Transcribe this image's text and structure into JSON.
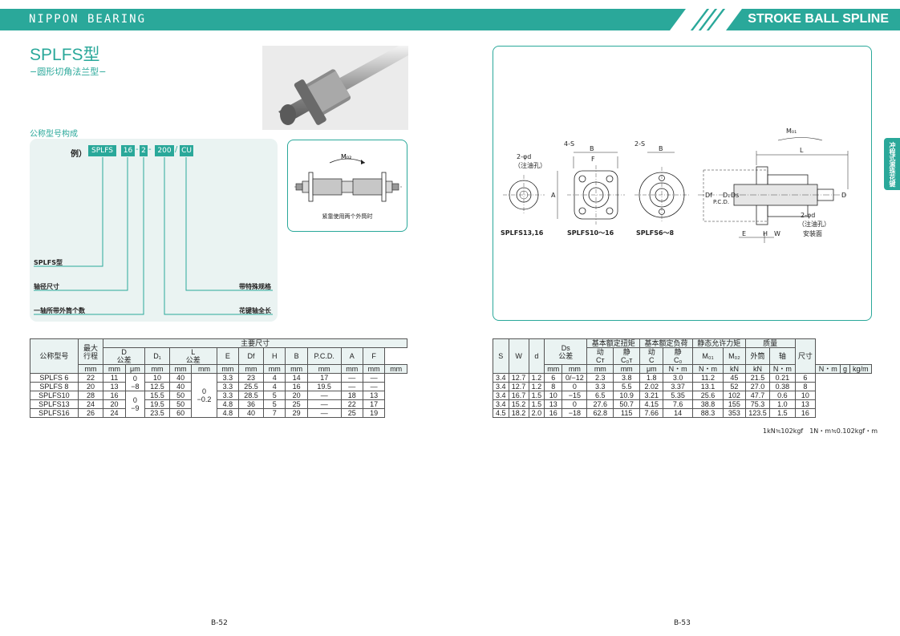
{
  "header": {
    "brand": "NIPPON BEARING",
    "product_line": "STROKE BALL SPLINE"
  },
  "title": "SPLFS型",
  "subtitle": "−圆形切角法兰型−",
  "part_number": {
    "section_label": "公称型号构成",
    "example_label": "例）",
    "segments": [
      "SPLFS",
      "16",
      "2",
      "200",
      "CU"
    ],
    "separators": [
      "-",
      "-",
      "/"
    ],
    "callouts": [
      "SPLFS型",
      "轴径尺寸",
      "一轴所带外筒个数",
      "带特殊规格",
      "花键轴全长"
    ]
  },
  "moment_diagram": {
    "label": "M₀₂",
    "caption": "紧靠使用两个外筒时"
  },
  "drawing": {
    "model_labels": [
      "SPLFS13,16",
      "SPLFS10～16",
      "SPLFS6～8"
    ],
    "dims": [
      "2-φd",
      "（注油孔）",
      "4-S",
      "2-S",
      "B",
      "F",
      "A",
      "Df",
      "P.C.D.",
      "D₁",
      "Ds",
      "L",
      "E",
      "H",
      "W",
      "D",
      "M₀₁",
      "2-φd",
      "（注油孔）",
      "安装面"
    ]
  },
  "side_tab": "冲程式滚珠花键",
  "left_table": {
    "head": {
      "model": "公称型号",
      "stroke": "最大\n行程",
      "main_dims": "主要尺寸",
      "tol": "公差",
      "cols": [
        "D",
        "D₁",
        "L",
        "E",
        "Df",
        "H",
        "B",
        "P.C.D.",
        "A",
        "F"
      ],
      "units": [
        "mm",
        "mm",
        "μm",
        "mm",
        "mm",
        "mm",
        "mm",
        "mm",
        "mm",
        "mm",
        "mm",
        "mm",
        "mm",
        "mm"
      ]
    },
    "rows": [
      [
        "SPLFS 6",
        "22",
        "11",
        "10",
        "40",
        "3.3",
        "23",
        "4",
        "14",
        "17",
        "—",
        "—"
      ],
      [
        "SPLFS 8",
        "20",
        "13",
        "12.5",
        "40",
        "3.3",
        "25.5",
        "4",
        "16",
        "19.5",
        "—",
        "—"
      ],
      [
        "SPLFS10",
        "28",
        "16",
        "15.5",
        "50",
        "3.3",
        "28.5",
        "5",
        "20",
        "—",
        "18",
        "13"
      ],
      [
        "SPLFS13",
        "24",
        "20",
        "19.5",
        "50",
        "4.8",
        "36",
        "5",
        "25",
        "—",
        "22",
        "17"
      ],
      [
        "SPLFS16",
        "26",
        "24",
        "23.5",
        "60",
        "4.8",
        "40",
        "7",
        "29",
        "—",
        "25",
        "19"
      ]
    ],
    "d_tol": [
      "0\n−8",
      "0\n−9"
    ],
    "l_tol": "0\n−0.2"
  },
  "right_table": {
    "head": {
      "cols": [
        "S",
        "W",
        "d",
        "Ds"
      ],
      "tol": "公差",
      "torque": "基本额定扭矩",
      "load": "基本额定负荷",
      "moment": "静态允许力矩",
      "mass": "质量",
      "size": "尺寸",
      "dyn": "动",
      "sta": "静",
      "ct": "Cᴛ",
      "cot": "C₀ᴛ",
      "c": "C",
      "co": "C₀",
      "mo1": "M₀₁",
      "mo2": "M₀₂",
      "outer": "外筒",
      "shaft": "轴",
      "units": [
        "mm",
        "mm",
        "mm",
        "mm",
        "μm",
        "N・m",
        "N・m",
        "kN",
        "kN",
        "N・m",
        "N・m",
        "g",
        "kg/m"
      ]
    },
    "rows": [
      [
        "3.4",
        "12.7",
        "1.2",
        "6",
        "0/−12",
        "2.3",
        "3.8",
        "1.8",
        "3.0",
        "11.2",
        "45",
        "21.5",
        "0.21",
        "6"
      ],
      [
        "3.4",
        "12.7",
        "1.2",
        "8",
        "0",
        "3.3",
        "5.5",
        "2.02",
        "3.37",
        "13.1",
        "52",
        "27.0",
        "0.38",
        "8"
      ],
      [
        "3.4",
        "16.7",
        "1.5",
        "10",
        "−15",
        "6.5",
        "10.9",
        "3.21",
        "5.35",
        "25.6",
        "102",
        "47.7",
        "0.6",
        "10"
      ],
      [
        "3.4",
        "15.2",
        "1.5",
        "13",
        "0",
        "27.6",
        "50.7",
        "4.15",
        "7.6",
        "38.8",
        "155",
        "75.3",
        "1.0",
        "13"
      ],
      [
        "4.5",
        "18.2",
        "2.0",
        "16",
        "−18",
        "62.8",
        "115",
        "7.66",
        "14",
        "88.3",
        "353",
        "123.5",
        "1.5",
        "16"
      ]
    ],
    "note": "1kN≒102kgf　1N・m≒0.102kgf・m"
  },
  "pages": [
    "B-52",
    "B-53"
  ]
}
